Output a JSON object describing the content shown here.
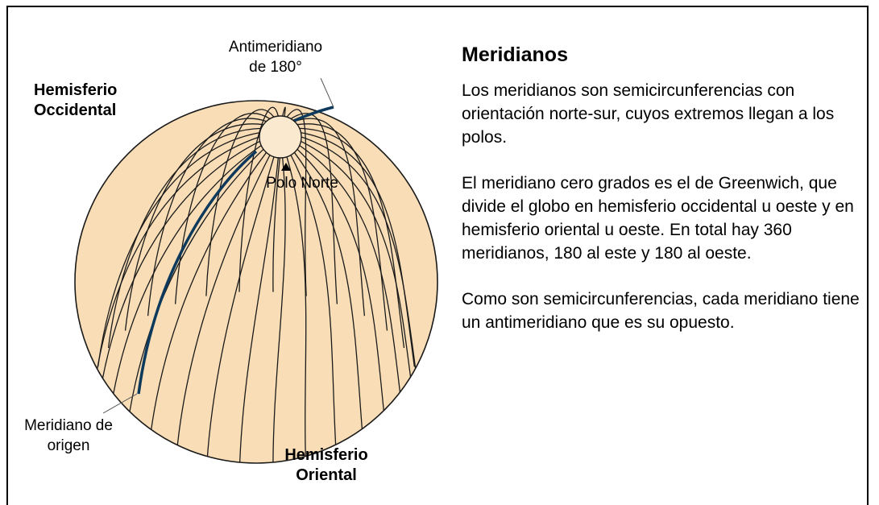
{
  "diagram": {
    "antimeridian_label_line1": "Antimeridiano",
    "antimeridian_label_line2": "de 180°",
    "west_hemisphere_line1": "Hemisferio",
    "west_hemisphere_line2": "Occidental",
    "north_pole_label": "Polo Norte",
    "prime_meridian_line1": "Meridiano de",
    "prime_meridian_line2": "origen",
    "east_hemisphere_line1": "Hemisferio",
    "east_hemisphere_line2": "Oriental",
    "colors": {
      "globe_fill": "#f8ddb6",
      "line": "#1a1a1a",
      "prime_meridian": "#0d3a5c"
    }
  },
  "text": {
    "title": "Meridianos",
    "paragraphs": [
      "Los meridianos son semicircunferencias con orientación norte-sur, cuyos extremos llegan a los polos.",
      "El meridiano cero grados es el de Greenwich, que divide el globo en hemisferio occidental u oeste y en hemisferio oriental u oeste. En total hay 360 meridianos, 180 al este y 180 al oeste.",
      "Como son semicircunferencias, cada meridiano tiene un antimeridiano que es su opuesto."
    ]
  }
}
